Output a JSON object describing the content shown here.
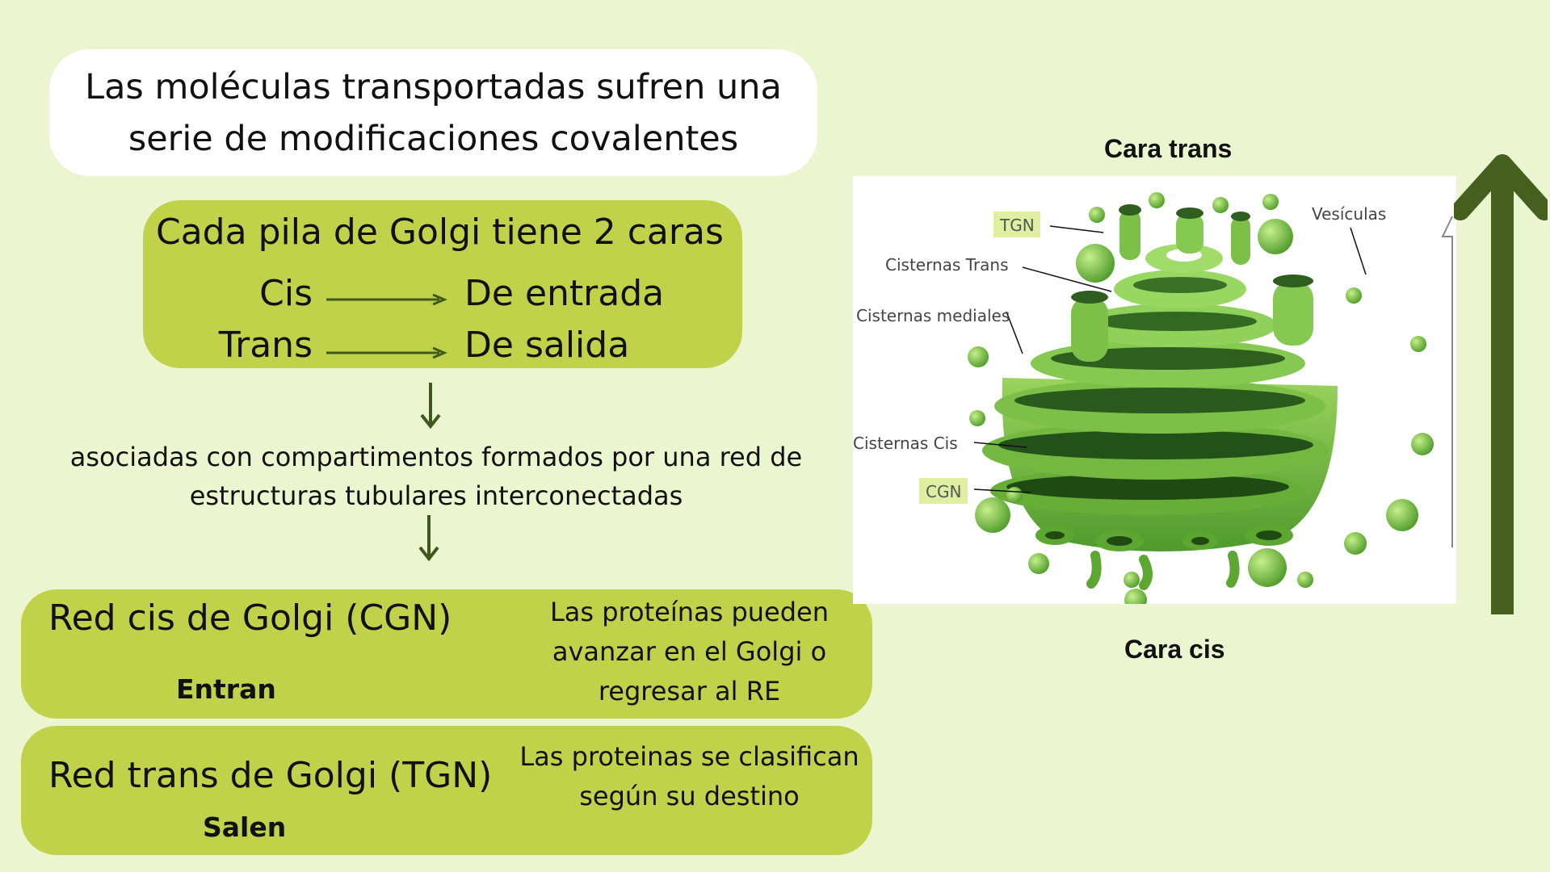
{
  "intro": "Las moléculas transportadas sufren una serie de modificaciones covalentes",
  "faces": {
    "title": "Cada pila de Golgi tiene 2 caras",
    "rows": [
      {
        "face": "Cis",
        "role": "De entrada"
      },
      {
        "face": "Trans",
        "role": "De salida"
      }
    ]
  },
  "associated_text": "asociadas con compartimentos formados por una red de estructuras tubulares interconectadas",
  "networks": [
    {
      "title": "Red cis de Golgi (CGN)",
      "label": "Entran",
      "description": "Las proteínas pueden avanzar en el Golgi o regresar al RE"
    },
    {
      "title": "Red trans de Golgi (TGN)",
      "label": "Salen",
      "description": "Las proteinas se clasifican según su destino"
    }
  ],
  "diagram": {
    "top_label": "Cara trans",
    "bottom_label": "Cara cis",
    "labels": {
      "tgn": "TGN",
      "trans": "Cisternas Trans",
      "medial": "Cisternas mediales",
      "cis": "Cisternas Cis",
      "cgn": "CGN",
      "vesicles": "Vesículas"
    }
  },
  "colors": {
    "background": "#ebf5d0",
    "box_green": "#c0d24a",
    "arrow_dark": "#445f1e",
    "golgi_green": "#7cc04a"
  }
}
